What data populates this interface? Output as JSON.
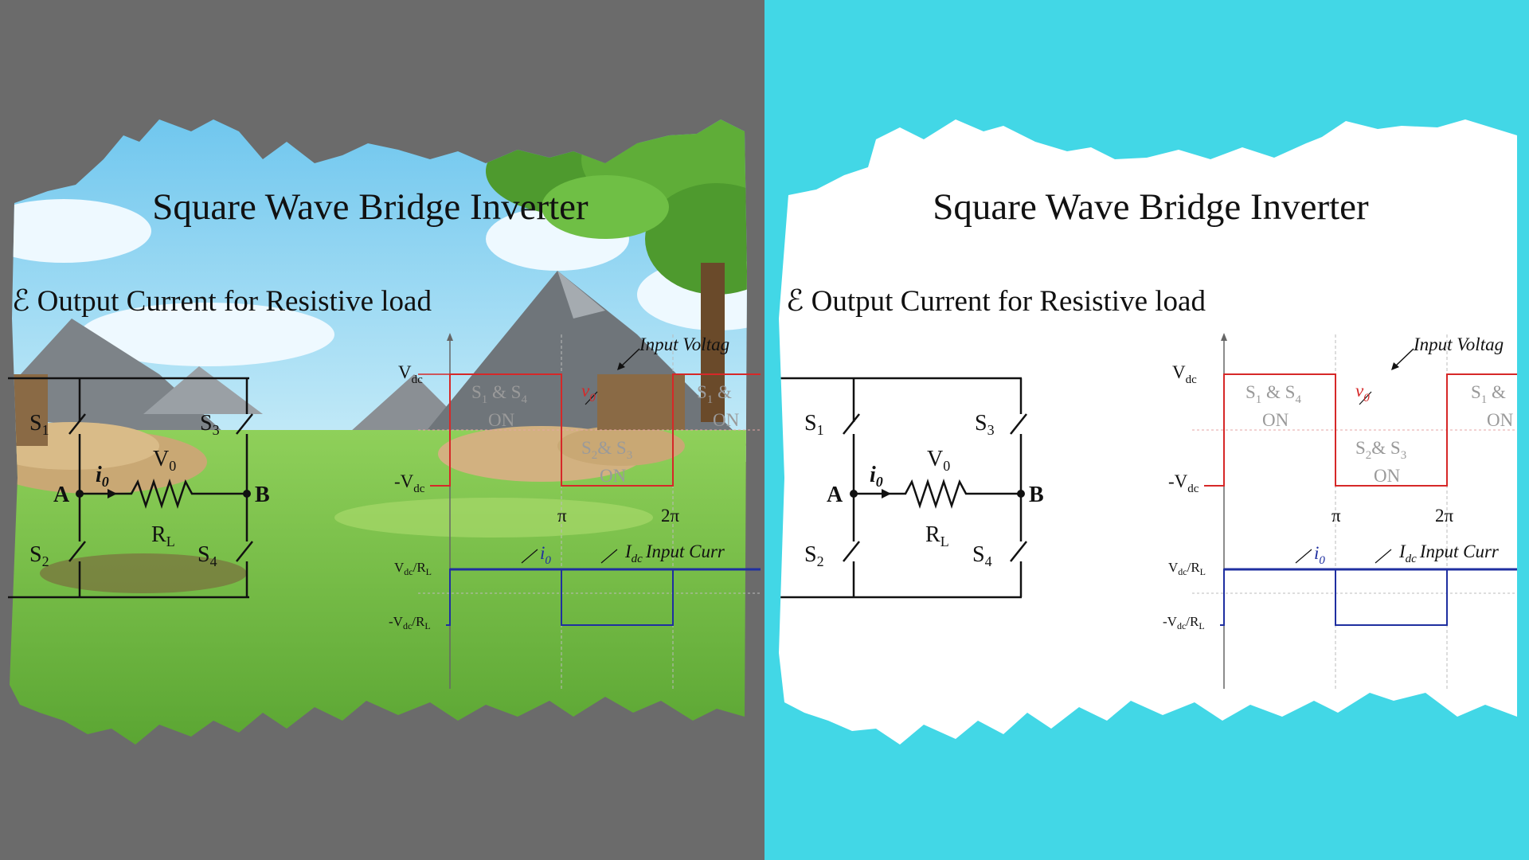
{
  "colors": {
    "left_background": "#6b6b6b",
    "right_background": "#42d7e6",
    "paper": "#ffffff",
    "sky": "#8fd4f0",
    "grass": "#79c24a",
    "mountain": "#8a8f94",
    "tree": "#4e9a2e",
    "output_voltage": "#d62828",
    "current": "#1f2fa0",
    "switch_label": "#8c8c8c"
  },
  "slide": {
    "title": "Square Wave Bridge Inverter",
    "subtitle": "ℰ Output Current for Resistive load",
    "circuit": {
      "switch_labels": [
        "S",
        "S",
        "S",
        "S"
      ],
      "switch_subscripts": [
        "1",
        "2",
        "3",
        "4"
      ],
      "node_a": "A",
      "node_b": "B",
      "current": "i",
      "current_subscript": "0",
      "voltage": "V",
      "voltage_subscript": "0",
      "resistor": "R",
      "resistor_subscript": "L"
    },
    "waveform": {
      "input_voltage_label": "Input Voltag",
      "vdc_label": "V",
      "vdc_subscript": "dc",
      "neg_vdc_label": "-V",
      "neg_vdc_subscript": "dc",
      "v0_label": "v",
      "v0_subscript": "0",
      "s14_text": "S",
      "s14_sub1": "1",
      "s14_mid": " & S",
      "s14_sub2": "4",
      "on_label": "ON",
      "s23_text": "S",
      "s23_sub1": "2",
      "s23_mid": "& S",
      "s23_sub2": "3",
      "s1_partial": "S",
      "s1_partial_sub": "1",
      "s1_partial_rest": " &",
      "pi_label": "π",
      "two_pi_label": "2π",
      "i0_label": "i",
      "i0_subscript": "0",
      "idc_label": "I",
      "idc_subscript": "dc",
      "input_current_label": "Input Curr",
      "vdc_rl_label": "V",
      "vdc_rl_sub1": "dc",
      "vdc_rl_mid": "/R",
      "vdc_rl_sub2": "L",
      "neg_vdc_rl_label": "-V",
      "neg_vdc_rl_sub1": "dc",
      "neg_vdc_rl_mid": "/R",
      "neg_vdc_rl_sub2": "L"
    }
  },
  "diagram_data": {
    "output_voltage_levels": [
      "V_dc",
      "-V_dc"
    ],
    "output_current_levels": [
      "V_dc/R_L",
      "-V_dc/R_L"
    ],
    "intervals": [
      {
        "from": "0",
        "to": "π",
        "switches_on": "S1 & S4",
        "v0": "V_dc"
      },
      {
        "from": "π",
        "to": "2π",
        "switches_on": "S2 & S3",
        "v0": "-V_dc"
      }
    ]
  }
}
